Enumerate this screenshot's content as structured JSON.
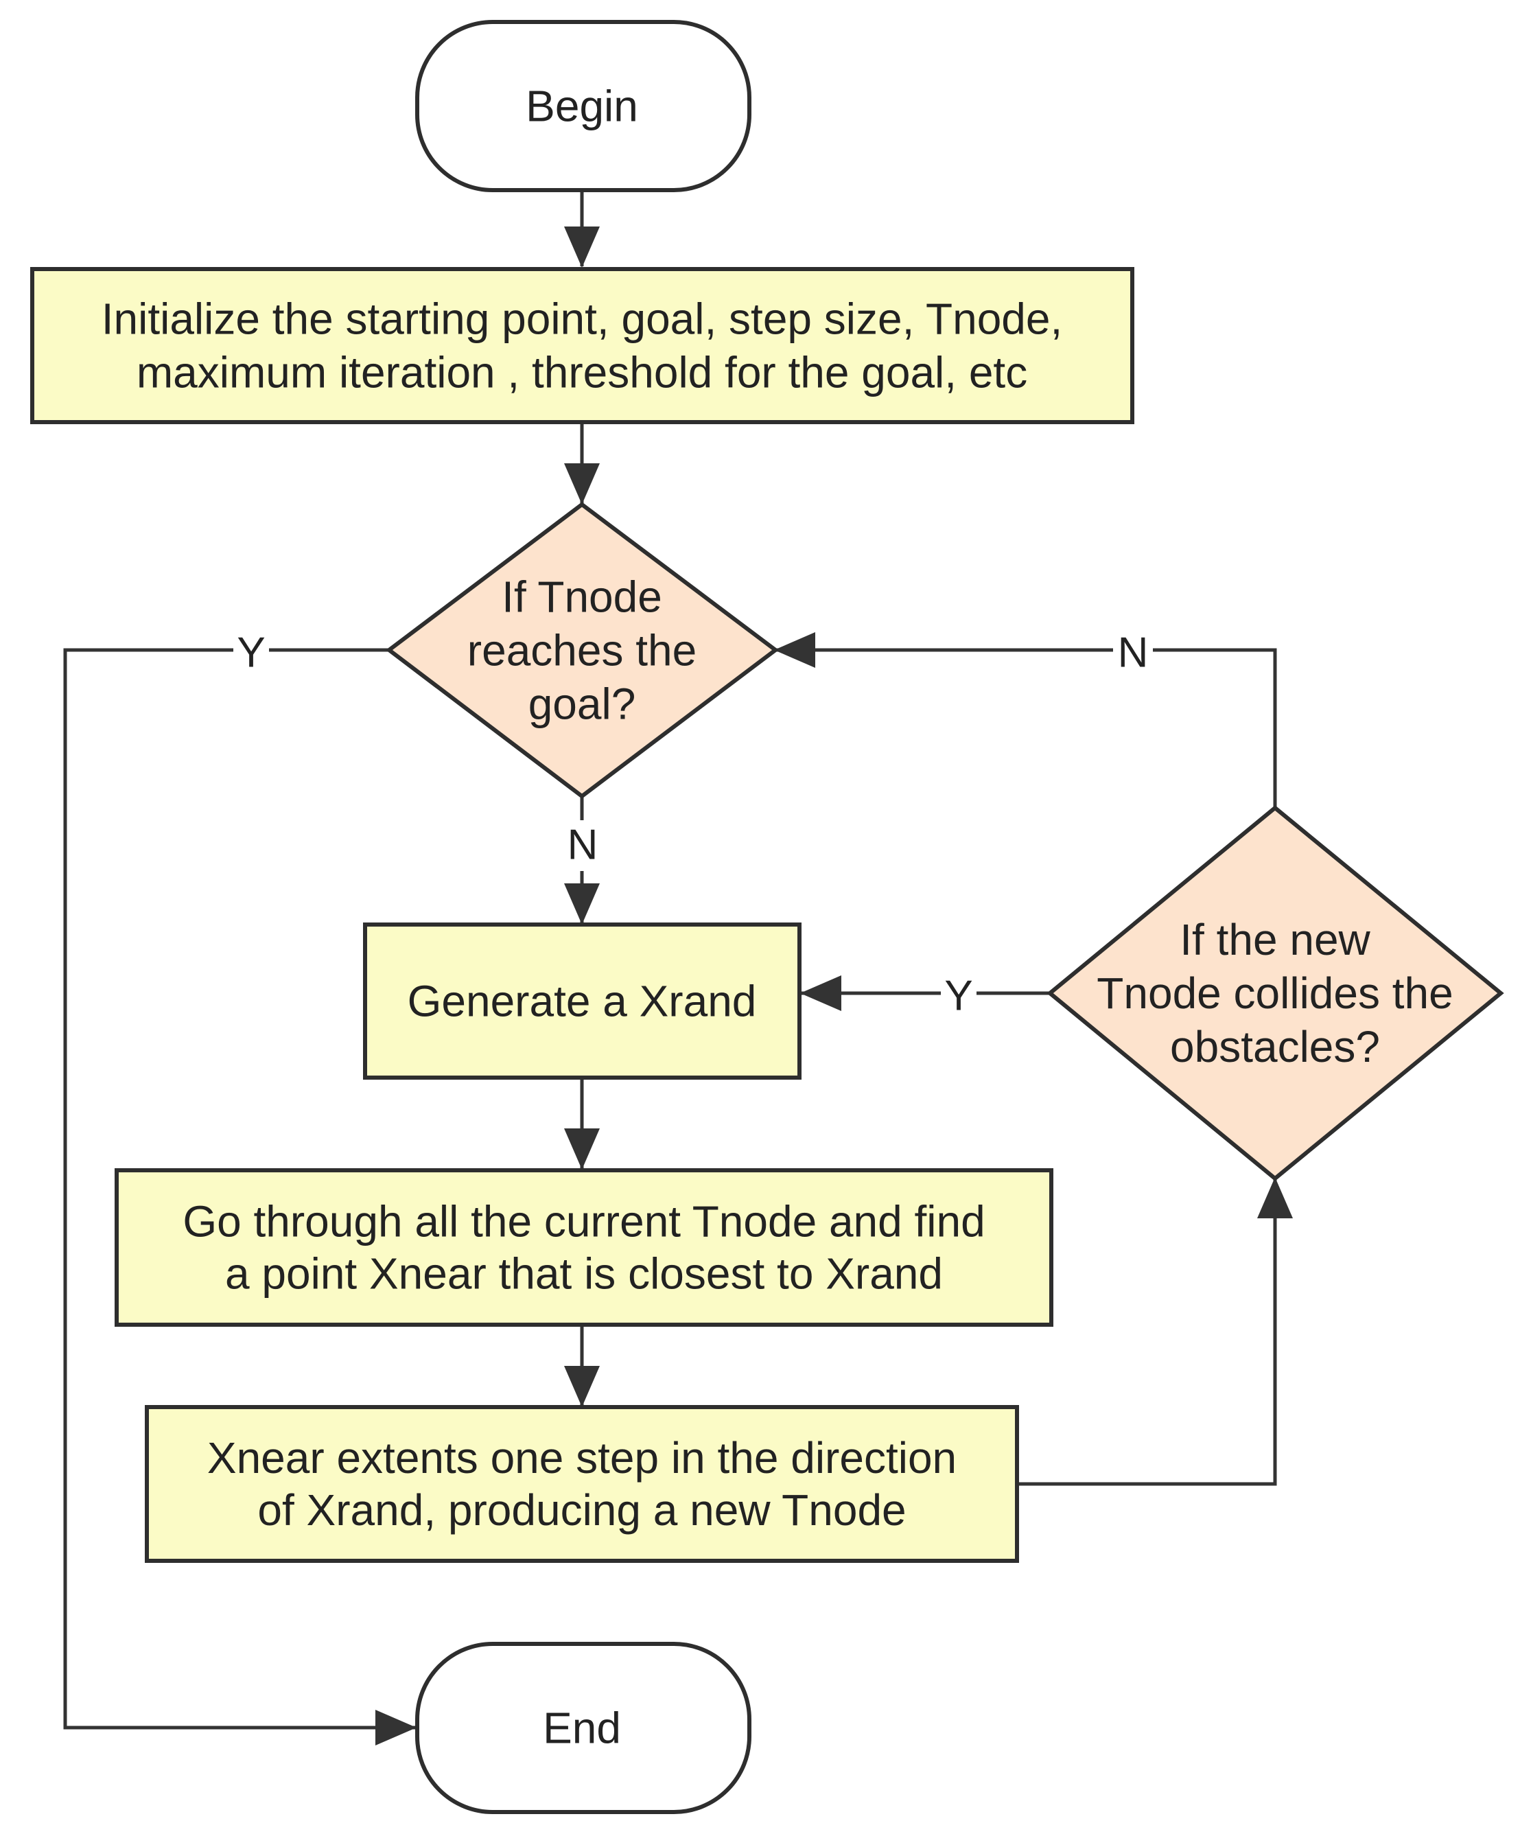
{
  "colors": {
    "stroke": "#2e2e2e",
    "text": "#222222",
    "process_fill": "#fbfbc6",
    "decision_fill": "#fde3cd",
    "terminal_fill": "#ffffff"
  },
  "nodes": {
    "begin": {
      "lines": [
        "Begin"
      ]
    },
    "init": {
      "lines": [
        "Initialize the starting point, goal, step size, Tnode,",
        "maximum iteration , threshold for the goal, etc"
      ]
    },
    "reach_goal": {
      "lines": [
        "If Tnode",
        "reaches the",
        "goal?"
      ]
    },
    "generate": {
      "lines": [
        "Generate a Xrand"
      ]
    },
    "find_near": {
      "lines": [
        "Go through all the current Tnode and find",
        "a point Xnear that is closest to Xrand"
      ]
    },
    "extend": {
      "lines": [
        "Xnear extents one step in the direction",
        "of Xrand, producing a new Tnode"
      ]
    },
    "collide": {
      "lines": [
        "If the new",
        "Tnode collides the",
        "obstacles?"
      ]
    },
    "end": {
      "lines": [
        "End"
      ]
    }
  },
  "edge_labels": {
    "reach_yes": "Y",
    "reach_no": "N",
    "collide_yes": "Y",
    "collide_no": "N"
  }
}
